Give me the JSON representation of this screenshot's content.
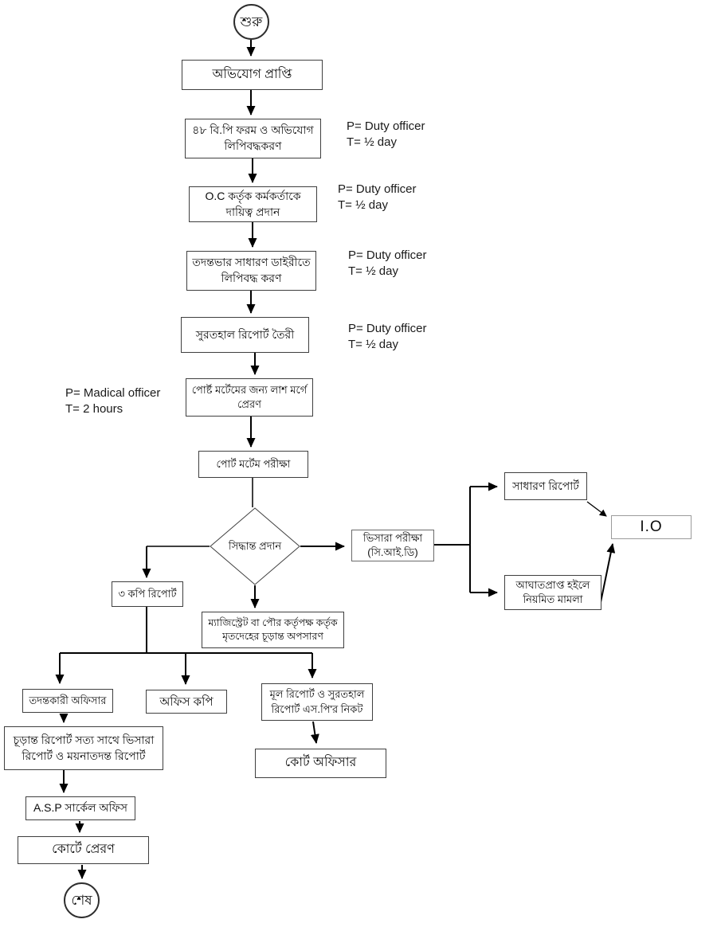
{
  "flowchart": {
    "nodes": {
      "start": "শুরু",
      "complaint": "অভিযোগ প্রাপ্তি",
      "bp_form": "৪৮ বি.পি ফরম ও অভিযোগ লিপিবদ্ধকরণ",
      "oc_assign": "O.C কর্তৃক কর্মকর্তাকে দায়িত্ব প্রদান",
      "gd_record": "তদন্তভার সাধারণ ডাইরীতে লিপিবদ্ধ করণ",
      "surathal": "সুরতহাল রিপোর্ট তৈরী",
      "morgue": "পোর্ষ্ট মর্টেমের জন্য লাশ মর্গে প্রেরণ",
      "pm_exam": "পোর্ট মর্টেম পরীক্ষা",
      "decision": "সিদ্ধান্ত প্রদান",
      "viscera": "ভিসারা পরীক্ষা (সি.আই.ডি)",
      "general_report": "সাধারণ রিপোর্ট",
      "io": "I.O",
      "regular_case": "আঘাতপ্রাপ্ত হইলে নিয়মিত মামলা",
      "three_copies": "৩ কপি রিপোর্ট",
      "magistrate": "ম্যাজিস্ট্রেট বা পৌর কর্তৃপক্ষ কর্তৃক মৃতদেহের চূড়ান্ত অপসারণ",
      "inv_officer": "তদন্তকারী অফিসার",
      "office_copy": "অফিস কপি",
      "main_report": "মূল রিপোর্ট ও সুরতহাল রিপোর্ট এস.পি'র নিকট",
      "final_report": "চূড়ান্ত রিপোর্ট সত্য সাথে ভিসারা রিপোর্ট ও ময়নাতদন্ত রিপোর্ট",
      "court_officer": "কোর্ট অফিসার",
      "asp_office": "A.S.P সার্কেল অফিস",
      "send_court": "কোর্টে প্রেরণ",
      "end": "শেষ"
    },
    "notes": [
      {
        "p": "P= Duty officer",
        "t": "T= ½ day"
      },
      {
        "p": "P= Duty officer",
        "t": "T= ½ day"
      },
      {
        "p": "P= Duty officer",
        "t": "T= ½ day"
      },
      {
        "p": "P= Duty officer",
        "t": "T= ½ day"
      },
      {
        "p": "P= Madical officer",
        "t": "T= 2 hours"
      }
    ],
    "colors": {
      "line": "#000000",
      "box_border": "#3f3f3f",
      "io_border": "#9b9b9b",
      "background": "#ffffff",
      "text": "#0a0a0a"
    }
  }
}
